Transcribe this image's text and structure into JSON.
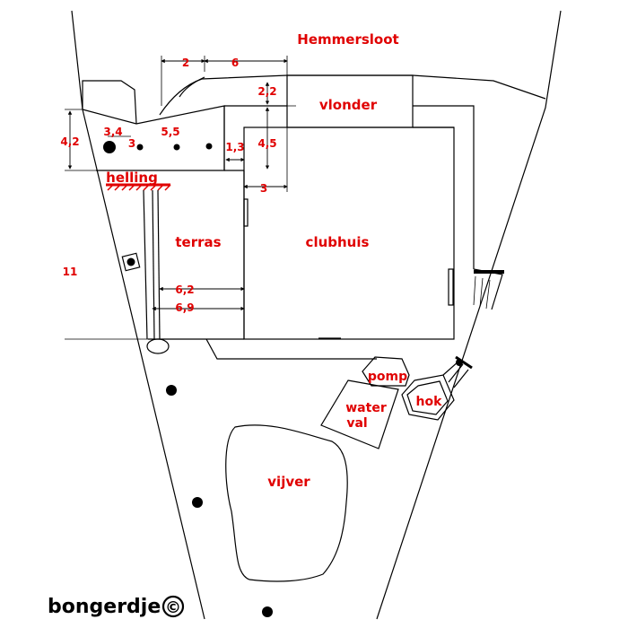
{
  "title": "Hemmersloot",
  "areas": {
    "vlonder": "vlonder",
    "clubhuis": "clubhuis",
    "terras": "terras",
    "helling": "helling",
    "pomp": "pomp",
    "waterval_line1": "water",
    "waterval_line2": "val",
    "hok": "hok",
    "vijver": "vijver"
  },
  "dimensions": {
    "d2": "2",
    "d6": "6",
    "d2_2": "2,2",
    "d4_2": "4,2",
    "d3_4": "3,4",
    "d3a": "3",
    "d5_5": "5,5",
    "d1_3": "1,3",
    "d4_5": "4,5",
    "d3b": "3",
    "d11": "11",
    "d6_2": "6,2",
    "d6_9": "6,9"
  },
  "brand": "bongerdje",
  "copyright_symbol": "©",
  "colors": {
    "label": "#e00000",
    "line": "#000000"
  }
}
